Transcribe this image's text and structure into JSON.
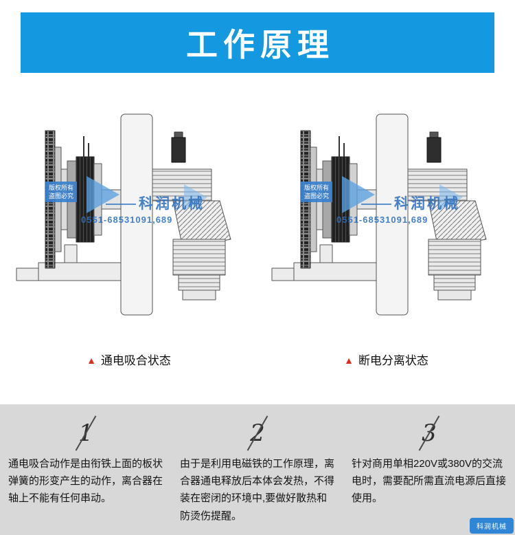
{
  "header": {
    "title": "工作原理",
    "accent_color": "#1499e0"
  },
  "diagrams": {
    "left": {
      "caption": "通电吸合状态"
    },
    "right": {
      "caption": "断电分离状态"
    }
  },
  "watermark": {
    "copyright_line1": "版权所有",
    "copyright_line2": "盗图必究",
    "brand": "科润机械",
    "phone": "0551-68531091,689"
  },
  "notes": [
    {
      "num": "1",
      "text": "通电吸合动作是由衔铁上面的板状弹簧的形变产生的动作，离合器在轴上不能有任何串动。"
    },
    {
      "num": "2",
      "text": "由于是利用电磁铁的工作原理，离合器通电释放后本体会发热，不得装在密闭的环境中,要做好散热和防烫伤提醒。"
    },
    {
      "num": "3",
      "text": "针对商用单相220V或380V的交流电时，需要配所需直流电源后直接使用。"
    }
  ],
  "badge": {
    "brand": "科润机械"
  },
  "colors": {
    "panel_gray": "#d8d8d8",
    "marker_red": "#e02b20",
    "watermark_blue": "#2d70be"
  }
}
